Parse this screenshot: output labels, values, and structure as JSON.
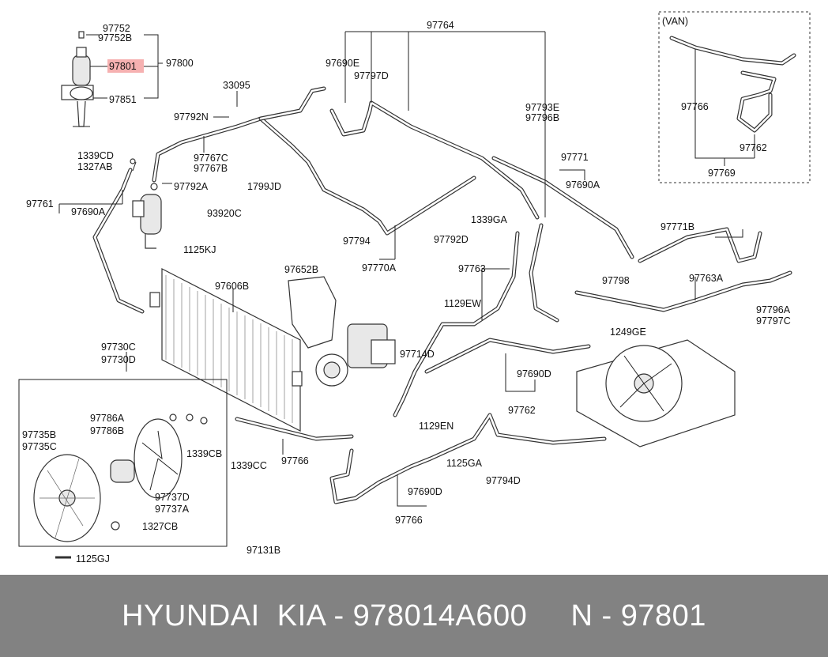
{
  "labels": {
    "p97752": "97752",
    "p97752b": "97752B",
    "p97801": "97801",
    "p97800": "97800",
    "p97851": "97851",
    "p33095": "33095",
    "p97792n": "97792N",
    "p97767c": "97767C",
    "p97767b": "97767B",
    "p97792a": "97792A",
    "p1799jd": "1799JD",
    "p1339cd": "1339CD",
    "p1327ab": "1327AB",
    "p97761": "97761",
    "p97690a_l": "97690A",
    "p93920c": "93920C",
    "p1125kj": "1125KJ",
    "p97606b": "97606B",
    "p97652b": "97652B",
    "p97764": "97764",
    "p97690e": "97690E",
    "p97797d": "97797D",
    "p97794": "97794",
    "p97770a": "97770A",
    "p97792d": "97792D",
    "p1339ga": "1339GA",
    "p97793e": "97793E",
    "p97796b": "97796B",
    "p97771": "97771",
    "p97690a_r": "97690A",
    "p97771b": "97771B",
    "p97763": "97763",
    "p97798": "97798",
    "p97763a": "97763A",
    "p97796a": "97796A",
    "p97797c": "97797C",
    "p1129ew": "1129EW",
    "p97714d": "97714D",
    "p1249ge": "1249GE",
    "p97690d_r": "97690D",
    "p97762_c": "97762",
    "p1129en": "1129EN",
    "p1125ga": "1125GA",
    "p97794d": "97794D",
    "p97690d_b": "97690D",
    "p97766_b": "97766",
    "p97766_m": "97766",
    "p1339cc": "1339CC",
    "p97131b": "97131B",
    "p97730c": "97730C",
    "p97730d": "97730D",
    "p97735b": "97735B",
    "p97735c": "97735C",
    "p97786a": "97786A",
    "p97786b": "97786B",
    "p1339cb": "1339CB",
    "p97737d": "97737D",
    "p97737a": "97737A",
    "p1327cb": "1327CB",
    "p1125gj": "1125GJ",
    "van": "(VAN)",
    "p97766_v": "97766",
    "p97762_v": "97762",
    "p97769": "97769"
  },
  "footer": {
    "text": "HYUNDAI  KIA - 978014A600     N - 97801"
  },
  "colors": {
    "highlight": "#f4a3a3",
    "footer_bg": "#828282",
    "footer_text": "#ffffff"
  }
}
